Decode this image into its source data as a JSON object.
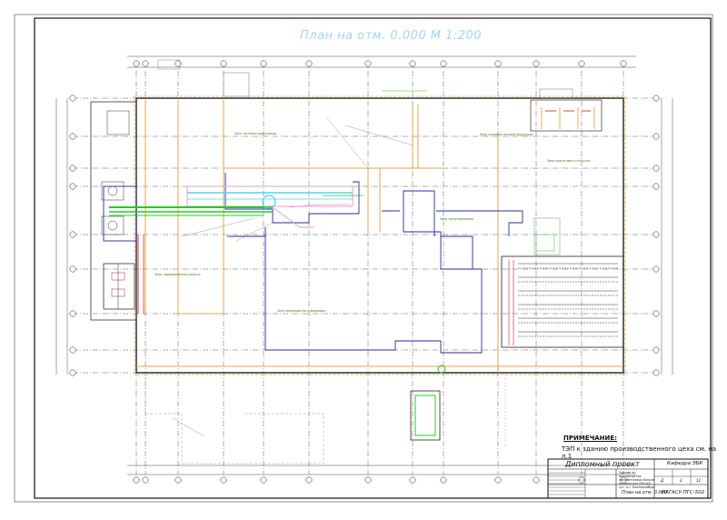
{
  "drawing": {
    "title": "План на отм. 0.000 М 1:200",
    "note_heading": "ПРИМЕЧАНИЕ:",
    "note_text": "ТЭП к зданию производственного цеха см. на л.1"
  },
  "zone_labels": [
    "Зона гидравлического пресса",
    "Зона системы подачи воды",
    "Зона упаковки готовой продукции",
    "Зона производства и формовки",
    "Зона гранулирования",
    "Зона подготовки к отгрузке"
  ],
  "title_block": {
    "project_type": "Дипломный проект",
    "department": "Кафедра ЭБК",
    "project_name": "Здание по производству пенобетонных блоков мощностью 250 м3/сут. в г. Екатеринбург",
    "sheet_title": "План на отм. 0.000",
    "organization": "НАГАСУ ПГС-502",
    "stage": "Д",
    "sheet_no": "2",
    "sheets_total": "12"
  },
  "colors": {
    "blue": "#2a2aa0",
    "orange": "#e8a34a",
    "green": "#28c828",
    "cyan": "#52d2f0",
    "pink": "#f09ac0",
    "red": "#c81818",
    "grid": "#1a1a1a"
  }
}
